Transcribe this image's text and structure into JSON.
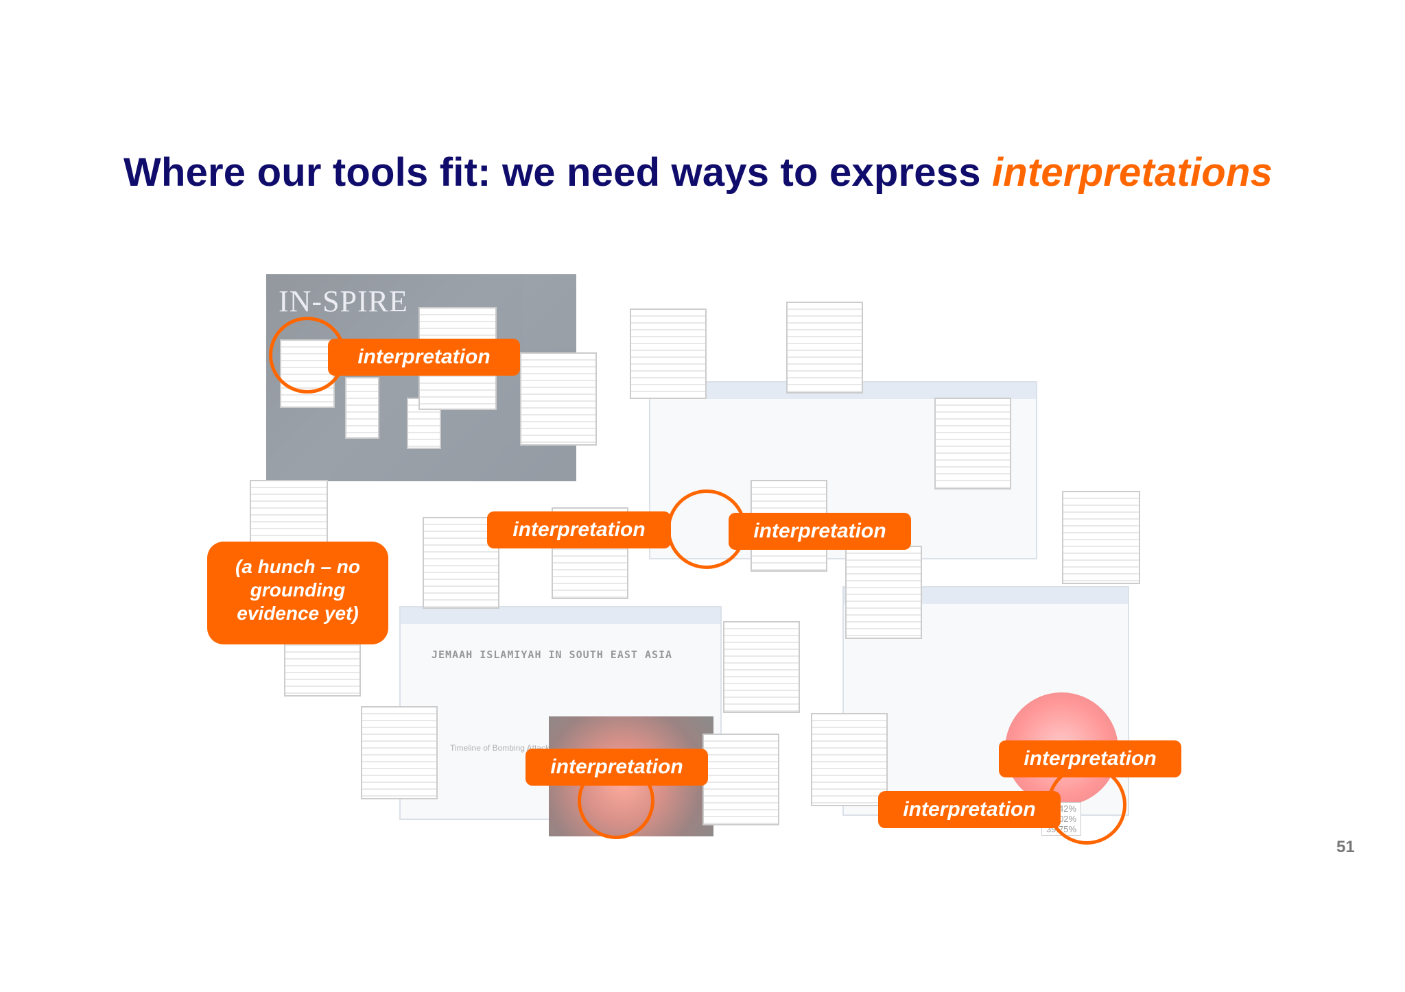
{
  "slide": {
    "title_prefix": "Where our tools fit: we need ways to express ",
    "title_highlight": "interpretations",
    "page_number": "51"
  },
  "collage": {
    "inspire_logo": "IN-SPIRE",
    "jemaah_title": "JEMAAH ISLAMIYAH IN SOUTH EAST ASIA",
    "timeline_label": "Timeline of Bombing Attacks",
    "percentages": [
      "28.42%",
      "26.02%",
      "39.75%"
    ]
  },
  "labels": {
    "interpretation": "interpretation",
    "hunch": "(a hunch – no\ngrounding\nevidence yet)"
  },
  "colors": {
    "title": "#0f0c6b",
    "accent": "#ff6600",
    "page_number": "#777777"
  }
}
